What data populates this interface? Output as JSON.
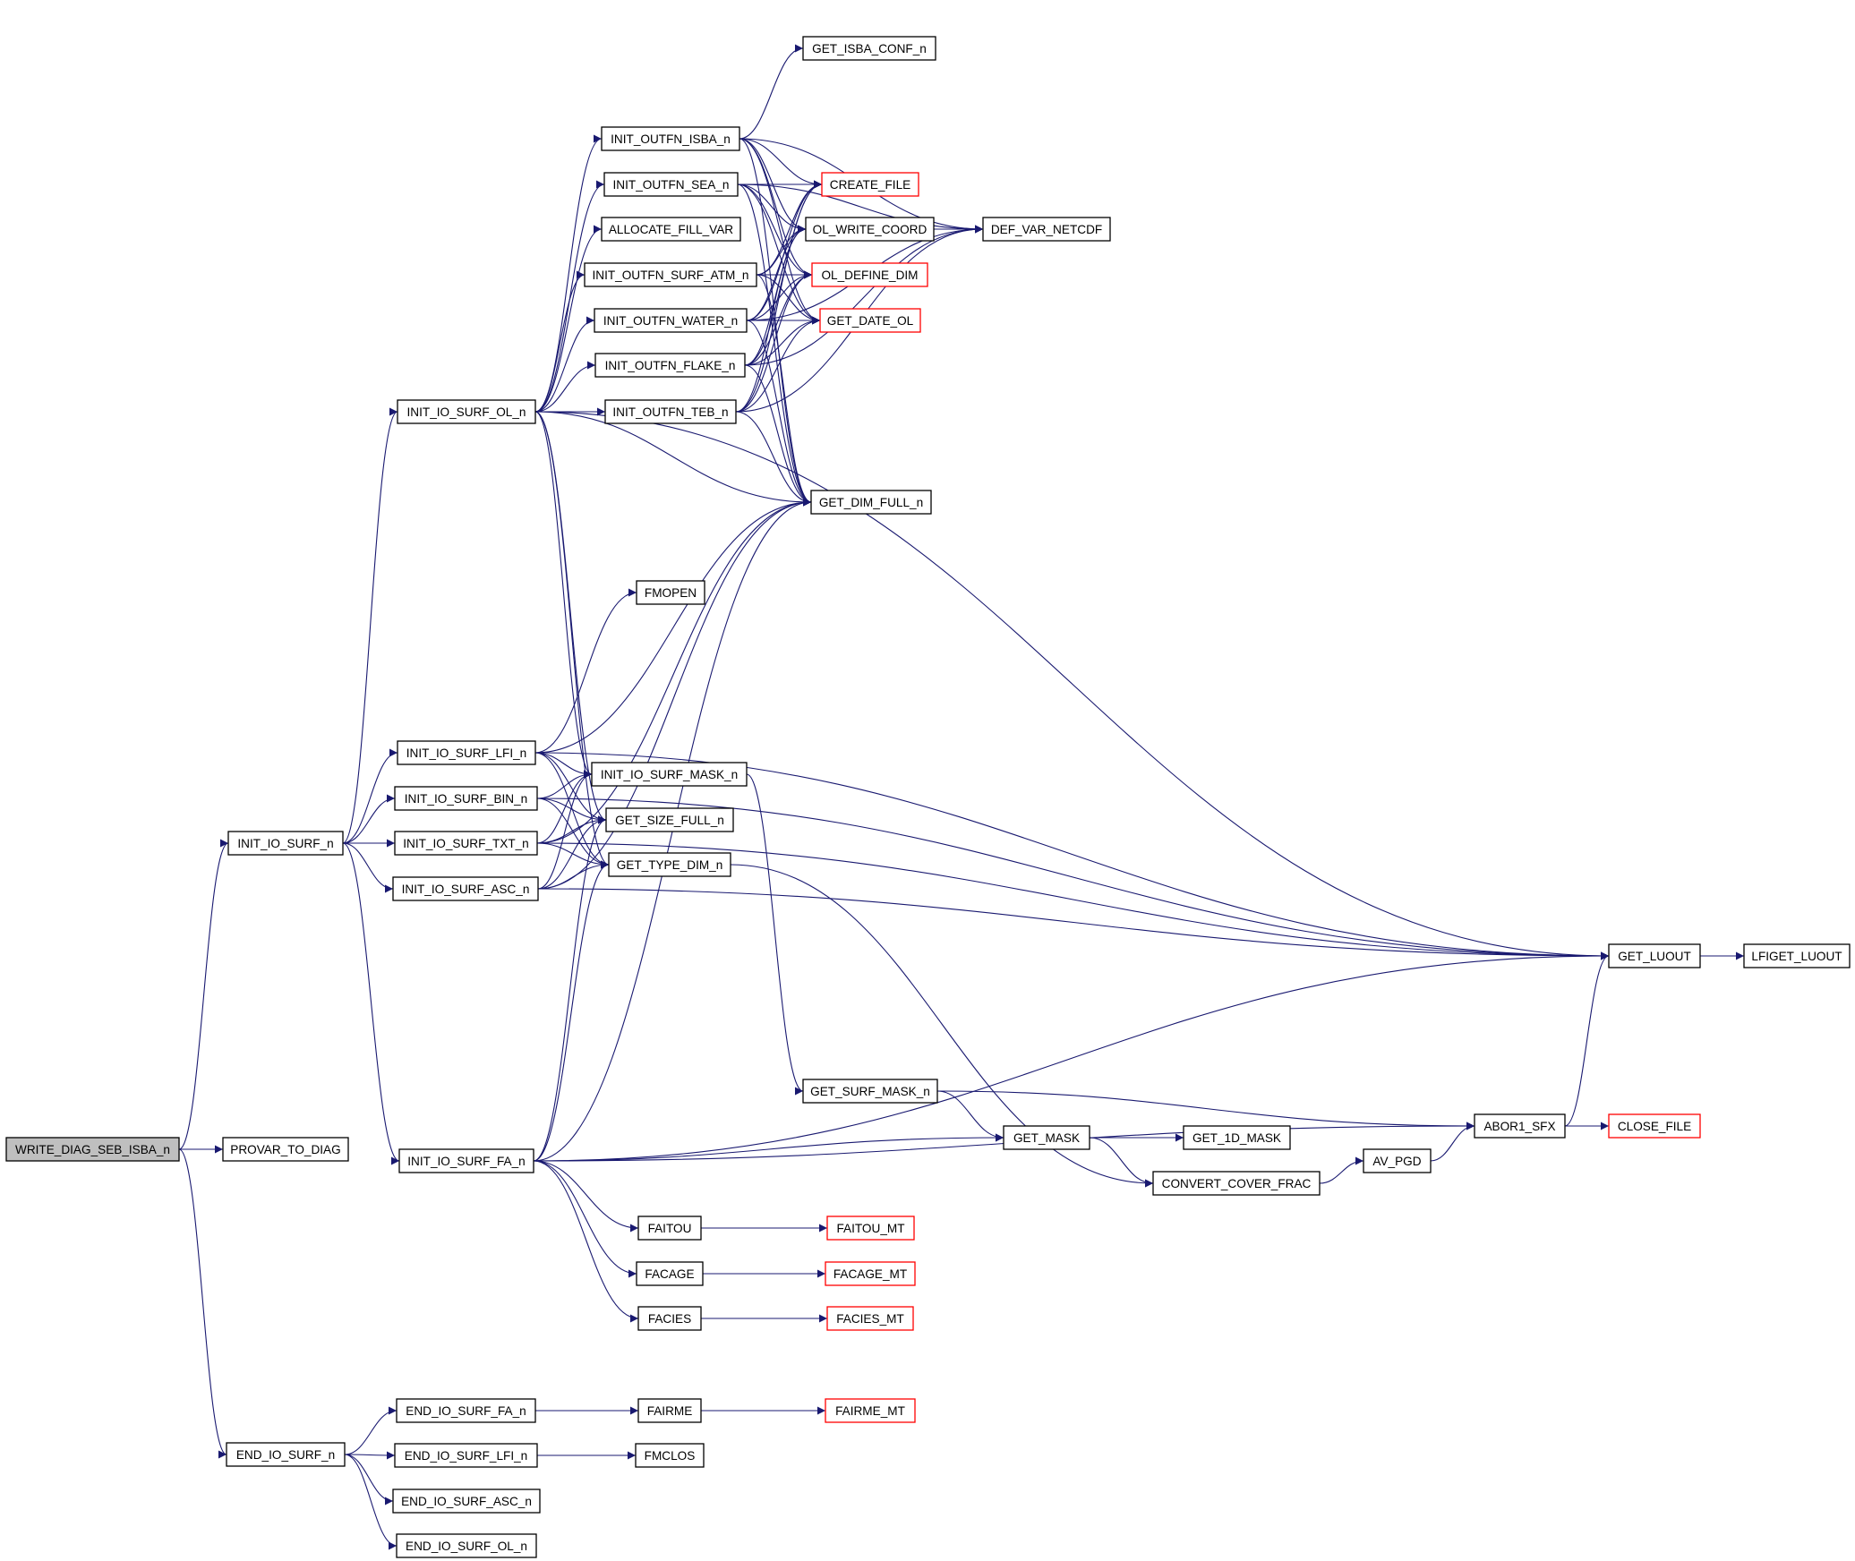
{
  "colors": {
    "edge": "#191970",
    "node_border": "#000000",
    "truncated_node_border": "#ff0000",
    "root_fill": "#bfbfbf",
    "node_fill": "#ffffff"
  },
  "nodes": [
    {
      "id": "WRITE_DIAG_SEB_ISBA_n",
      "label": "WRITE_DIAG_SEB_ISBA_n",
      "root": true
    },
    {
      "id": "PROVAR_TO_DIAG",
      "label": "PROVAR_TO_DIAG"
    },
    {
      "id": "INIT_IO_SURF_n",
      "label": "INIT_IO_SURF_n"
    },
    {
      "id": "END_IO_SURF_n",
      "label": "END_IO_SURF_n"
    },
    {
      "id": "INIT_IO_SURF_OL_n",
      "label": "INIT_IO_SURF_OL_n"
    },
    {
      "id": "INIT_IO_SURF_LFI_n",
      "label": "INIT_IO_SURF_LFI_n"
    },
    {
      "id": "INIT_IO_SURF_BIN_n",
      "label": "INIT_IO_SURF_BIN_n"
    },
    {
      "id": "INIT_IO_SURF_TXT_n",
      "label": "INIT_IO_SURF_TXT_n"
    },
    {
      "id": "INIT_IO_SURF_ASC_n",
      "label": "INIT_IO_SURF_ASC_n"
    },
    {
      "id": "INIT_IO_SURF_FA_n",
      "label": "INIT_IO_SURF_FA_n"
    },
    {
      "id": "END_IO_SURF_FA_n",
      "label": "END_IO_SURF_FA_n"
    },
    {
      "id": "END_IO_SURF_LFI_n",
      "label": "END_IO_SURF_LFI_n"
    },
    {
      "id": "END_IO_SURF_ASC_n",
      "label": "END_IO_SURF_ASC_n"
    },
    {
      "id": "END_IO_SURF_OL_n",
      "label": "END_IO_SURF_OL_n"
    },
    {
      "id": "INIT_OUTFN_ISBA_n",
      "label": "INIT_OUTFN_ISBA_n"
    },
    {
      "id": "INIT_OUTFN_SEA_n",
      "label": "INIT_OUTFN_SEA_n"
    },
    {
      "id": "ALLOCATE_FILL_VAR",
      "label": "ALLOCATE_FILL_VAR"
    },
    {
      "id": "INIT_OUTFN_SURF_ATM_n",
      "label": "INIT_OUTFN_SURF_ATM_n"
    },
    {
      "id": "INIT_OUTFN_WATER_n",
      "label": "INIT_OUTFN_WATER_n"
    },
    {
      "id": "INIT_OUTFN_FLAKE_n",
      "label": "INIT_OUTFN_FLAKE_n"
    },
    {
      "id": "INIT_OUTFN_TEB_n",
      "label": "INIT_OUTFN_TEB_n"
    },
    {
      "id": "FMOPEN",
      "label": "FMOPEN"
    },
    {
      "id": "INIT_IO_SURF_MASK_n",
      "label": "INIT_IO_SURF_MASK_n"
    },
    {
      "id": "GET_SIZE_FULL_n",
      "label": "GET_SIZE_FULL_n"
    },
    {
      "id": "GET_TYPE_DIM_n",
      "label": "GET_TYPE_DIM_n"
    },
    {
      "id": "FAITOU",
      "label": "FAITOU"
    },
    {
      "id": "FACAGE",
      "label": "FACAGE"
    },
    {
      "id": "FACIES",
      "label": "FACIES"
    },
    {
      "id": "FAIRME",
      "label": "FAIRME"
    },
    {
      "id": "FMCLOS",
      "label": "FMCLOS"
    },
    {
      "id": "GET_ISBA_CONF_n",
      "label": "GET_ISBA_CONF_n"
    },
    {
      "id": "CREATE_FILE",
      "label": "CREATE_FILE",
      "truncated": true
    },
    {
      "id": "OL_WRITE_COORD",
      "label": "OL_WRITE_COORD"
    },
    {
      "id": "OL_DEFINE_DIM",
      "label": "OL_DEFINE_DIM",
      "truncated": true
    },
    {
      "id": "GET_DATE_OL",
      "label": "GET_DATE_OL",
      "truncated": true
    },
    {
      "id": "GET_DIM_FULL_n",
      "label": "GET_DIM_FULL_n"
    },
    {
      "id": "GET_SURF_MASK_n",
      "label": "GET_SURF_MASK_n"
    },
    {
      "id": "FAITOU_MT",
      "label": "FAITOU_MT",
      "truncated": true
    },
    {
      "id": "FACAGE_MT",
      "label": "FACAGE_MT",
      "truncated": true
    },
    {
      "id": "FACIES_MT",
      "label": "FACIES_MT",
      "truncated": true
    },
    {
      "id": "FAIRME_MT",
      "label": "FAIRME_MT",
      "truncated": true
    },
    {
      "id": "DEF_VAR_NETCDF",
      "label": "DEF_VAR_NETCDF"
    },
    {
      "id": "GET_MASK",
      "label": "GET_MASK"
    },
    {
      "id": "GET_1D_MASK",
      "label": "GET_1D_MASK"
    },
    {
      "id": "CONVERT_COVER_FRAC",
      "label": "CONVERT_COVER_FRAC"
    },
    {
      "id": "AV_PGD",
      "label": "AV_PGD"
    },
    {
      "id": "ABOR1_SFX",
      "label": "ABOR1_SFX"
    },
    {
      "id": "CLOSE_FILE",
      "label": "CLOSE_FILE",
      "truncated": true
    },
    {
      "id": "GET_LUOUT",
      "label": "GET_LUOUT"
    },
    {
      "id": "LFIGET_LUOUT",
      "label": "LFIGET_LUOUT"
    }
  ],
  "edges": [
    [
      "WRITE_DIAG_SEB_ISBA_n",
      "PROVAR_TO_DIAG"
    ],
    [
      "WRITE_DIAG_SEB_ISBA_n",
      "INIT_IO_SURF_n"
    ],
    [
      "WRITE_DIAG_SEB_ISBA_n",
      "END_IO_SURF_n"
    ],
    [
      "INIT_IO_SURF_n",
      "INIT_IO_SURF_OL_n"
    ],
    [
      "INIT_IO_SURF_n",
      "INIT_IO_SURF_LFI_n"
    ],
    [
      "INIT_IO_SURF_n",
      "INIT_IO_SURF_BIN_n"
    ],
    [
      "INIT_IO_SURF_n",
      "INIT_IO_SURF_TXT_n"
    ],
    [
      "INIT_IO_SURF_n",
      "INIT_IO_SURF_ASC_n"
    ],
    [
      "INIT_IO_SURF_n",
      "INIT_IO_SURF_FA_n"
    ],
    [
      "END_IO_SURF_n",
      "END_IO_SURF_FA_n"
    ],
    [
      "END_IO_SURF_n",
      "END_IO_SURF_LFI_n"
    ],
    [
      "END_IO_SURF_n",
      "END_IO_SURF_ASC_n"
    ],
    [
      "END_IO_SURF_n",
      "END_IO_SURF_OL_n"
    ],
    [
      "INIT_IO_SURF_OL_n",
      "INIT_OUTFN_ISBA_n"
    ],
    [
      "INIT_IO_SURF_OL_n",
      "INIT_OUTFN_SEA_n"
    ],
    [
      "INIT_IO_SURF_OL_n",
      "ALLOCATE_FILL_VAR"
    ],
    [
      "INIT_IO_SURF_OL_n",
      "INIT_OUTFN_SURF_ATM_n"
    ],
    [
      "INIT_IO_SURF_OL_n",
      "INIT_OUTFN_WATER_n"
    ],
    [
      "INIT_IO_SURF_OL_n",
      "INIT_OUTFN_FLAKE_n"
    ],
    [
      "INIT_IO_SURF_OL_n",
      "INIT_OUTFN_TEB_n"
    ],
    [
      "INIT_IO_SURF_OL_n",
      "GET_DIM_FULL_n"
    ],
    [
      "INIT_IO_SURF_OL_n",
      "GET_LUOUT"
    ],
    [
      "INIT_IO_SURF_OL_n",
      "INIT_IO_SURF_MASK_n"
    ],
    [
      "INIT_IO_SURF_OL_n",
      "GET_SIZE_FULL_n"
    ],
    [
      "INIT_IO_SURF_OL_n",
      "GET_TYPE_DIM_n"
    ],
    [
      "INIT_OUTFN_ISBA_n",
      "GET_ISBA_CONF_n"
    ],
    [
      "INIT_OUTFN_ISBA_n",
      "CREATE_FILE"
    ],
    [
      "INIT_OUTFN_ISBA_n",
      "OL_WRITE_COORD"
    ],
    [
      "INIT_OUTFN_ISBA_n",
      "OL_DEFINE_DIM"
    ],
    [
      "INIT_OUTFN_ISBA_n",
      "GET_DATE_OL"
    ],
    [
      "INIT_OUTFN_ISBA_n",
      "DEF_VAR_NETCDF"
    ],
    [
      "INIT_OUTFN_ISBA_n",
      "GET_DIM_FULL_n"
    ],
    [
      "INIT_OUTFN_SEA_n",
      "CREATE_FILE"
    ],
    [
      "INIT_OUTFN_SEA_n",
      "OL_WRITE_COORD"
    ],
    [
      "INIT_OUTFN_SEA_n",
      "OL_DEFINE_DIM"
    ],
    [
      "INIT_OUTFN_SEA_n",
      "GET_DATE_OL"
    ],
    [
      "INIT_OUTFN_SEA_n",
      "DEF_VAR_NETCDF"
    ],
    [
      "INIT_OUTFN_SEA_n",
      "GET_DIM_FULL_n"
    ],
    [
      "INIT_OUTFN_SURF_ATM_n",
      "CREATE_FILE"
    ],
    [
      "INIT_OUTFN_SURF_ATM_n",
      "OL_WRITE_COORD"
    ],
    [
      "INIT_OUTFN_SURF_ATM_n",
      "OL_DEFINE_DIM"
    ],
    [
      "INIT_OUTFN_SURF_ATM_n",
      "GET_DATE_OL"
    ],
    [
      "INIT_OUTFN_SURF_ATM_n",
      "GET_DIM_FULL_n"
    ],
    [
      "INIT_OUTFN_WATER_n",
      "CREATE_FILE"
    ],
    [
      "INIT_OUTFN_WATER_n",
      "OL_WRITE_COORD"
    ],
    [
      "INIT_OUTFN_WATER_n",
      "OL_DEFINE_DIM"
    ],
    [
      "INIT_OUTFN_WATER_n",
      "GET_DATE_OL"
    ],
    [
      "INIT_OUTFN_WATER_n",
      "DEF_VAR_NETCDF"
    ],
    [
      "INIT_OUTFN_WATER_n",
      "GET_DIM_FULL_n"
    ],
    [
      "INIT_OUTFN_FLAKE_n",
      "CREATE_FILE"
    ],
    [
      "INIT_OUTFN_FLAKE_n",
      "OL_WRITE_COORD"
    ],
    [
      "INIT_OUTFN_FLAKE_n",
      "OL_DEFINE_DIM"
    ],
    [
      "INIT_OUTFN_FLAKE_n",
      "GET_DATE_OL"
    ],
    [
      "INIT_OUTFN_FLAKE_n",
      "DEF_VAR_NETCDF"
    ],
    [
      "INIT_OUTFN_FLAKE_n",
      "GET_DIM_FULL_n"
    ],
    [
      "INIT_OUTFN_TEB_n",
      "CREATE_FILE"
    ],
    [
      "INIT_OUTFN_TEB_n",
      "OL_WRITE_COORD"
    ],
    [
      "INIT_OUTFN_TEB_n",
      "OL_DEFINE_DIM"
    ],
    [
      "INIT_OUTFN_TEB_n",
      "GET_DATE_OL"
    ],
    [
      "INIT_OUTFN_TEB_n",
      "DEF_VAR_NETCDF"
    ],
    [
      "INIT_OUTFN_TEB_n",
      "GET_DIM_FULL_n"
    ],
    [
      "OL_WRITE_COORD",
      "DEF_VAR_NETCDF"
    ],
    [
      "INIT_IO_SURF_LFI_n",
      "GET_DIM_FULL_n"
    ],
    [
      "INIT_IO_SURF_LFI_n",
      "FMOPEN"
    ],
    [
      "INIT_IO_SURF_LFI_n",
      "GET_LUOUT"
    ],
    [
      "INIT_IO_SURF_LFI_n",
      "INIT_IO_SURF_MASK_n"
    ],
    [
      "INIT_IO_SURF_LFI_n",
      "GET_SIZE_FULL_n"
    ],
    [
      "INIT_IO_SURF_LFI_n",
      "GET_TYPE_DIM_n"
    ],
    [
      "INIT_IO_SURF_BIN_n",
      "INIT_IO_SURF_MASK_n"
    ],
    [
      "INIT_IO_SURF_BIN_n",
      "GET_SIZE_FULL_n"
    ],
    [
      "INIT_IO_SURF_BIN_n",
      "GET_TYPE_DIM_n"
    ],
    [
      "INIT_IO_SURF_BIN_n",
      "GET_LUOUT"
    ],
    [
      "INIT_IO_SURF_TXT_n",
      "INIT_IO_SURF_MASK_n"
    ],
    [
      "INIT_IO_SURF_TXT_n",
      "GET_SIZE_FULL_n"
    ],
    [
      "INIT_IO_SURF_TXT_n",
      "GET_TYPE_DIM_n"
    ],
    [
      "INIT_IO_SURF_TXT_n",
      "GET_DIM_FULL_n"
    ],
    [
      "INIT_IO_SURF_TXT_n",
      "GET_LUOUT"
    ],
    [
      "INIT_IO_SURF_ASC_n",
      "INIT_IO_SURF_MASK_n"
    ],
    [
      "INIT_IO_SURF_ASC_n",
      "GET_SIZE_FULL_n"
    ],
    [
      "INIT_IO_SURF_ASC_n",
      "GET_TYPE_DIM_n"
    ],
    [
      "INIT_IO_SURF_ASC_n",
      "GET_DIM_FULL_n"
    ],
    [
      "INIT_IO_SURF_ASC_n",
      "GET_LUOUT"
    ],
    [
      "INIT_IO_SURF_FA_n",
      "GET_DIM_FULL_n"
    ],
    [
      "INIT_IO_SURF_FA_n",
      "GET_TYPE_DIM_n"
    ],
    [
      "INIT_IO_SURF_FA_n",
      "GET_SIZE_FULL_n"
    ],
    [
      "INIT_IO_SURF_FA_n",
      "GET_LUOUT"
    ],
    [
      "INIT_IO_SURF_FA_n",
      "GET_MASK"
    ],
    [
      "INIT_IO_SURF_FA_n",
      "FAITOU"
    ],
    [
      "INIT_IO_SURF_FA_n",
      "FACAGE"
    ],
    [
      "INIT_IO_SURF_FA_n",
      "FACIES"
    ],
    [
      "INIT_IO_SURF_FA_n",
      "ABOR1_SFX"
    ],
    [
      "INIT_IO_SURF_MASK_n",
      "GET_SURF_MASK_n"
    ],
    [
      "GET_TYPE_DIM_n",
      "CONVERT_COVER_FRAC"
    ],
    [
      "GET_SURF_MASK_n",
      "GET_MASK"
    ],
    [
      "GET_SURF_MASK_n",
      "ABOR1_SFX"
    ],
    [
      "GET_MASK",
      "GET_1D_MASK"
    ],
    [
      "GET_MASK",
      "CONVERT_COVER_FRAC"
    ],
    [
      "CONVERT_COVER_FRAC",
      "AV_PGD"
    ],
    [
      "AV_PGD",
      "ABOR1_SFX"
    ],
    [
      "ABOR1_SFX",
      "CLOSE_FILE"
    ],
    [
      "ABOR1_SFX",
      "GET_LUOUT"
    ],
    [
      "GET_LUOUT",
      "LFIGET_LUOUT"
    ],
    [
      "FAITOU",
      "FAITOU_MT"
    ],
    [
      "FACAGE",
      "FACAGE_MT"
    ],
    [
      "FACIES",
      "FACIES_MT"
    ],
    [
      "END_IO_SURF_FA_n",
      "FAIRME"
    ],
    [
      "FAIRME",
      "FAIRME_MT"
    ],
    [
      "END_IO_SURF_LFI_n",
      "FMCLOS"
    ]
  ]
}
